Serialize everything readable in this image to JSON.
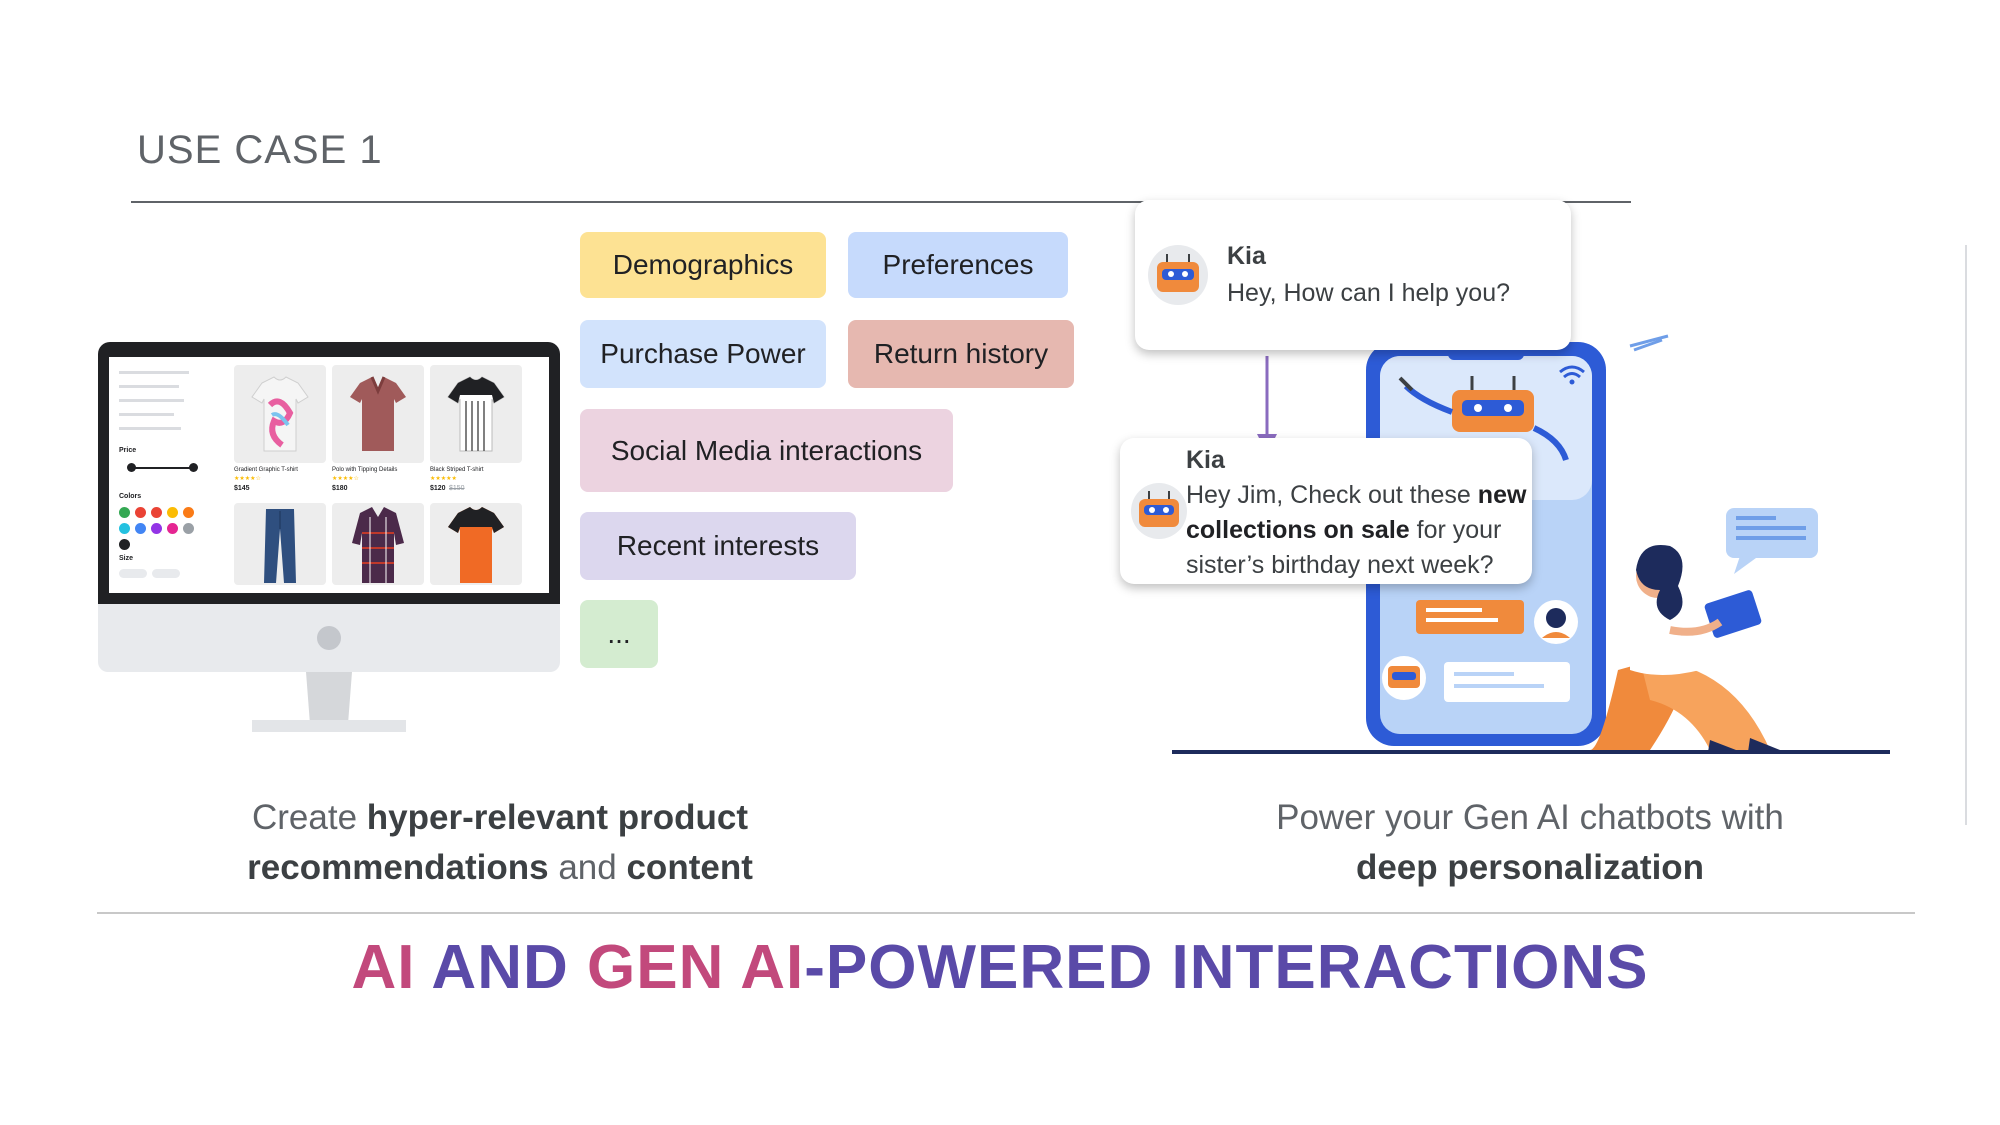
{
  "header": {
    "title": "USE CASE 1"
  },
  "tags": [
    {
      "label": "Demographics",
      "color": "#fde293"
    },
    {
      "label": "Preferences",
      "color": "#c6dafc"
    },
    {
      "label": "Purchase Power",
      "color": "#d2e3fc"
    },
    {
      "label": "Return history",
      "color": "#e6b8b0"
    },
    {
      "label": "Social Media interactions",
      "color": "#ecd3e0"
    },
    {
      "label": "Recent interests",
      "color": "#dcd7ee"
    },
    {
      "label": "...",
      "color": "#d4ecd0"
    }
  ],
  "shop": {
    "filters": {
      "price": "Price",
      "colors": "Colors",
      "size": "Size"
    },
    "swatches": [
      "#34a853",
      "#ea4335",
      "#ea4335",
      "#fbbc04",
      "#fa7b17",
      "#24c1e0",
      "#4285f4",
      "#9334e6",
      "#e52592",
      "#9aa0a6",
      "#202124"
    ],
    "products": [
      {
        "name": "Gradient Graphic T-shirt",
        "price": "$145"
      },
      {
        "name": "Polo with Tipping Details",
        "price": "$180"
      },
      {
        "name": "Black Striped T-shirt",
        "price": "$120",
        "old_price": "$150"
      }
    ]
  },
  "chat": {
    "bot_name_1": "Kia",
    "greeting": "Hey, How can I help you?",
    "bot_name_2": "Kia",
    "msg_part1": "Hey Jim, Check out these ",
    "msg_bold": "new collections on sale",
    "msg_part2": " for your sister’s birthday next week?"
  },
  "captions": {
    "left": {
      "pre": "Create ",
      "b1": "hyper-relevant product recommendations",
      "mid": " and ",
      "b2": "content"
    },
    "right": {
      "line1": "Power your Gen AI chatbots with",
      "b": "deep personalization"
    }
  },
  "headline": {
    "p1": "AI",
    "p2": " AND ",
    "p3": "GEN AI",
    "p4": "-POWERED INTERACTIONS"
  },
  "colors": {
    "accent_pink": "#c2497c",
    "accent_purple": "#5a4aa8",
    "robot_orange": "#f08a3c",
    "phone_blue": "#2d5bd6"
  }
}
